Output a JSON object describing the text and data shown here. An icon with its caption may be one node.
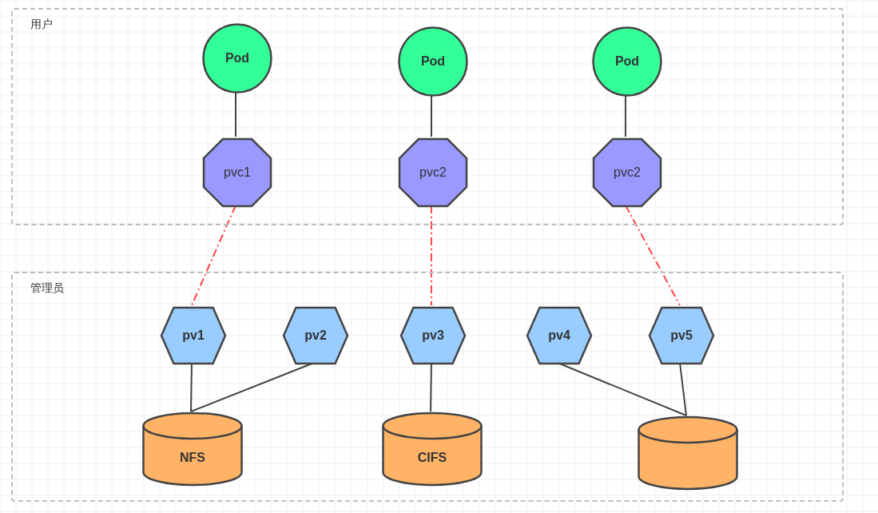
{
  "diagram": {
    "nodes": [
      {
        "text": [
          "用户"
        ]
      },
      {
        "text": [
          "Pod"
        ],
        "in": 0
      },
      {
        "text": [
          "Pod"
        ],
        "in": 0
      },
      {
        "text": [
          "Pod"
        ],
        "in": 0
      },
      {
        "text": [
          "pvc1"
        ],
        "in": 0
      },
      {
        "text": [
          "pvc2"
        ],
        "in": 0
      },
      {
        "text": [
          "pvc2"
        ],
        "in": 0
      },
      {
        "text": [
          "管理员"
        ]
      },
      {
        "text": [
          "pv1"
        ],
        "in": 7
      },
      {
        "text": [
          "pv2"
        ],
        "in": 7
      },
      {
        "text": [
          "pv3"
        ],
        "in": 7
      },
      {
        "text": [
          "pv4"
        ],
        "in": 7
      },
      {
        "text": [
          "pv5"
        ],
        "in": 7
      },
      {
        "text": [
          "NFS"
        ],
        "in": 7
      },
      {
        "text": [
          "CIFS"
        ],
        "in": 7
      },
      {
        "text": [],
        "shape": "cylinder",
        "in": 7
      }
    ],
    "edges": [
      {
        "from": 1,
        "to": 4,
        "arrow": "none"
      },
      {
        "from": 2,
        "to": 5,
        "arrow": "none"
      },
      {
        "from": 3,
        "to": 6,
        "arrow": "none"
      },
      {
        "from": 4,
        "to": 8,
        "arrow": "none",
        "style": "dashed",
        "color": "#ff4444"
      },
      {
        "from": 5,
        "to": 10,
        "arrow": "none",
        "style": "dashed",
        "color": "#ff4444"
      },
      {
        "from": 6,
        "to": 12,
        "arrow": "none",
        "style": "dashed",
        "color": "#ff4444"
      },
      {
        "from": 8,
        "to": 13,
        "arrow": "none"
      },
      {
        "from": 9,
        "to": 13,
        "arrow": "none"
      },
      {
        "from": 10,
        "to": 14,
        "arrow": "none"
      },
      {
        "from": 11,
        "to": 15,
        "arrow": "none"
      },
      {
        "from": 12,
        "to": 15,
        "arrow": "none"
      }
    ]
  }
}
